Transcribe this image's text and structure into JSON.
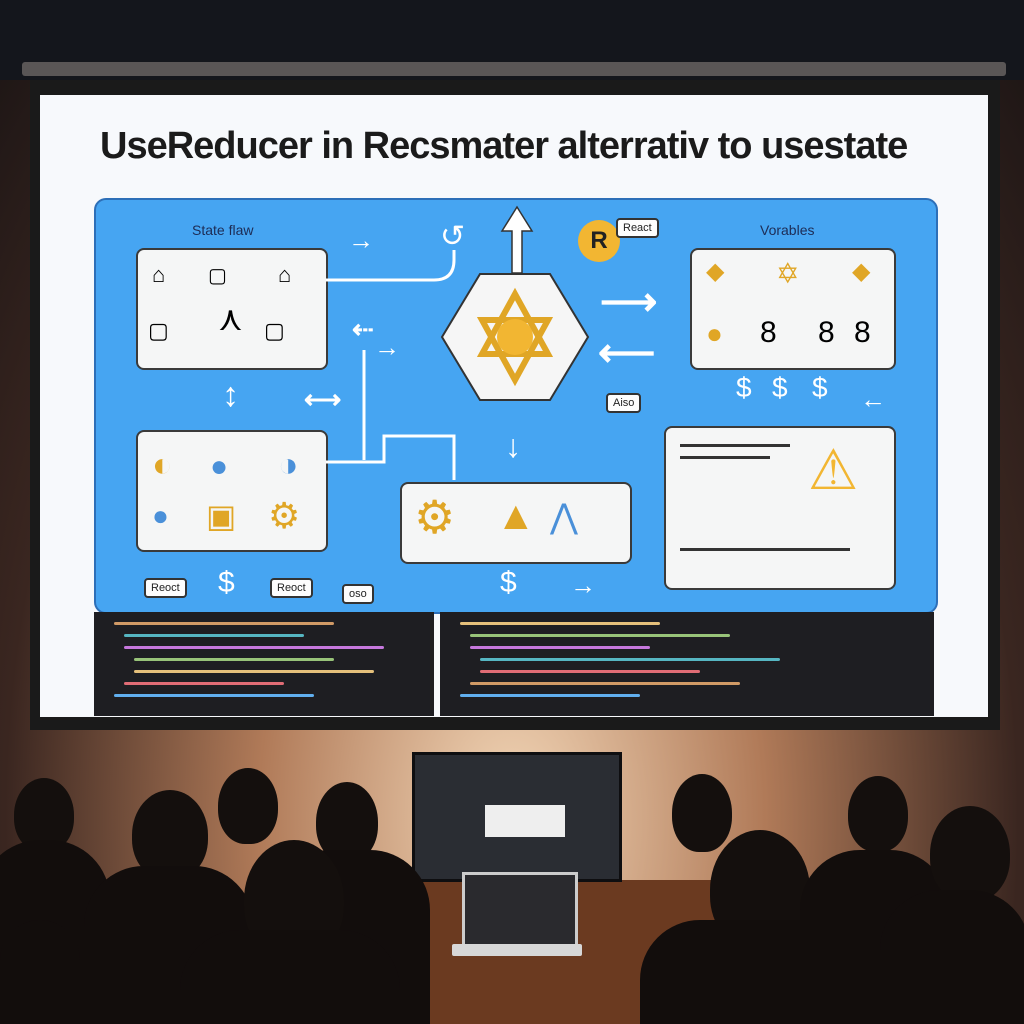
{
  "slide": {
    "title": "UseReducer in Recsmater alterrativ to usestate",
    "labels": {
      "state_flow": "State flaw",
      "variables": "Vorables",
      "react_tag": "React",
      "react_tag_left": "Reoct",
      "react_tag_right": "Reoct",
      "also_tag": "Aiso",
      "odd_tag": "oso",
      "r_badge": "R"
    }
  },
  "colors": {
    "slide_bg": "#f7f9fc",
    "panel_blue": "#46a5f2",
    "accent_yellow": "#f2b632",
    "code_bg": "#1e1e22"
  }
}
